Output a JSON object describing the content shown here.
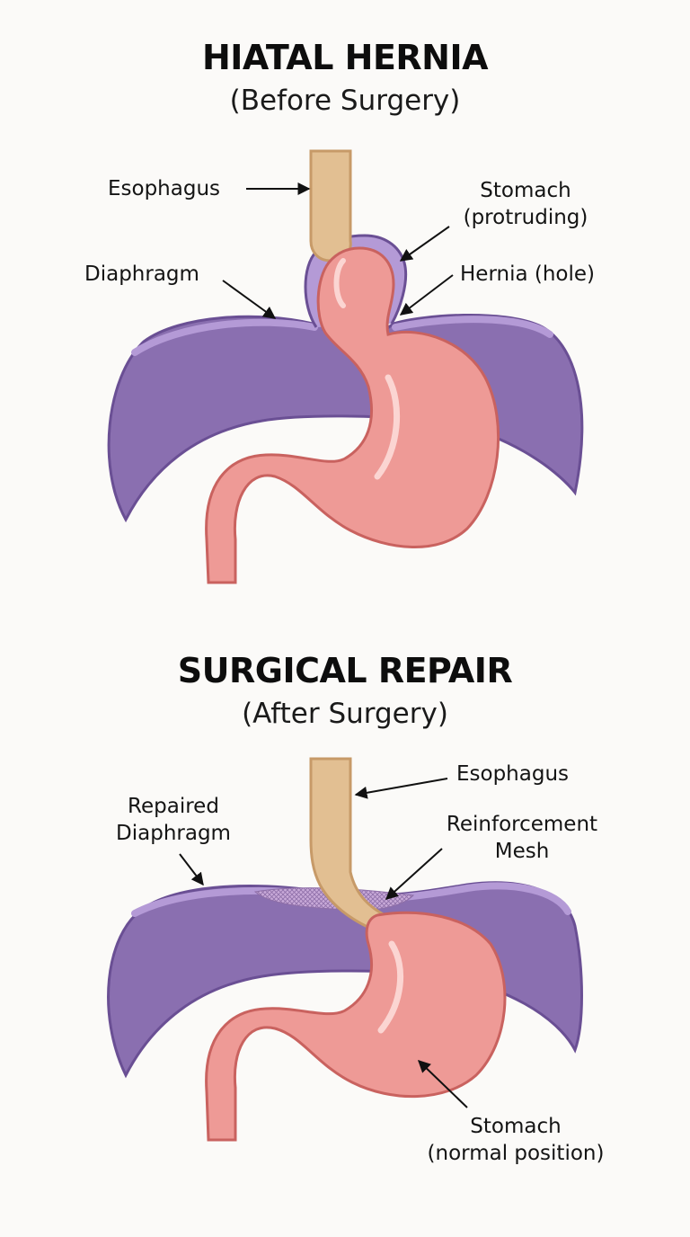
{
  "before": {
    "title": "HIATAL HERNIA",
    "subtitle": "(Before Surgery)",
    "labels": {
      "esophagus": "Esophagus",
      "stomach_line1": "Stomach",
      "stomach_line2": "(protruding)",
      "diaphragm": "Diaphragm",
      "hernia": "Hernia (hole)"
    }
  },
  "after": {
    "title": "SURGICAL REPAIR",
    "subtitle": "(After Surgery)",
    "labels": {
      "esophagus": "Esophagus",
      "repaired_line1": "Repaired",
      "repaired_line2": "Diaphragm",
      "mesh_line1": "Reinforcement",
      "mesh_line2": "Mesh",
      "stomach_line1": "Stomach",
      "stomach_line2": "(normal position)"
    }
  },
  "colors": {
    "diaphragm_fill": "#8a6fb0",
    "diaphragm_edge": "#b49ad6",
    "diaphragm_outline": "#6a4f94",
    "stomach_fill": "#ee9a96",
    "stomach_outline": "#c9625f",
    "esophagus_fill": "#e2bf92",
    "esophagus_outline": "#c79a68",
    "arrow": "#111111"
  }
}
